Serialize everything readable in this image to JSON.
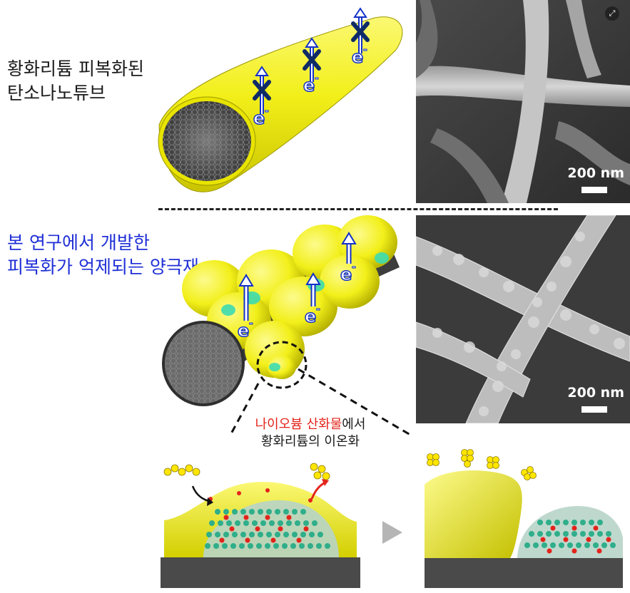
{
  "top": {
    "label_line1": "황화리튬 피복화된",
    "label_line2": "탄소나노튜브",
    "electron": "e",
    "sem_scale": "200 nm"
  },
  "middle": {
    "label_line1": "본 연구에서 개발한",
    "label_line2": "피복화가 억제되는 양극재",
    "electron": "e",
    "sem_scale": "200 nm"
  },
  "bottom": {
    "ion_text_red": "나이오븀 산화물",
    "ion_text_suffix": "에서",
    "ion_text_line2": "황화리튬의 이온화"
  },
  "colors": {
    "sulfur_yellow": "#f2ef1a",
    "electron_blue": "#1230c8",
    "label_blue": "#1f2fd6",
    "highlight_red": "#e3241b",
    "niobium_teal": "#2fae8a",
    "substrate_gray": "#4a4a4a"
  },
  "icons": {
    "expand": "expand-icon",
    "blocked": "x-mark-icon",
    "flow_arrow": "play-arrow-icon"
  }
}
